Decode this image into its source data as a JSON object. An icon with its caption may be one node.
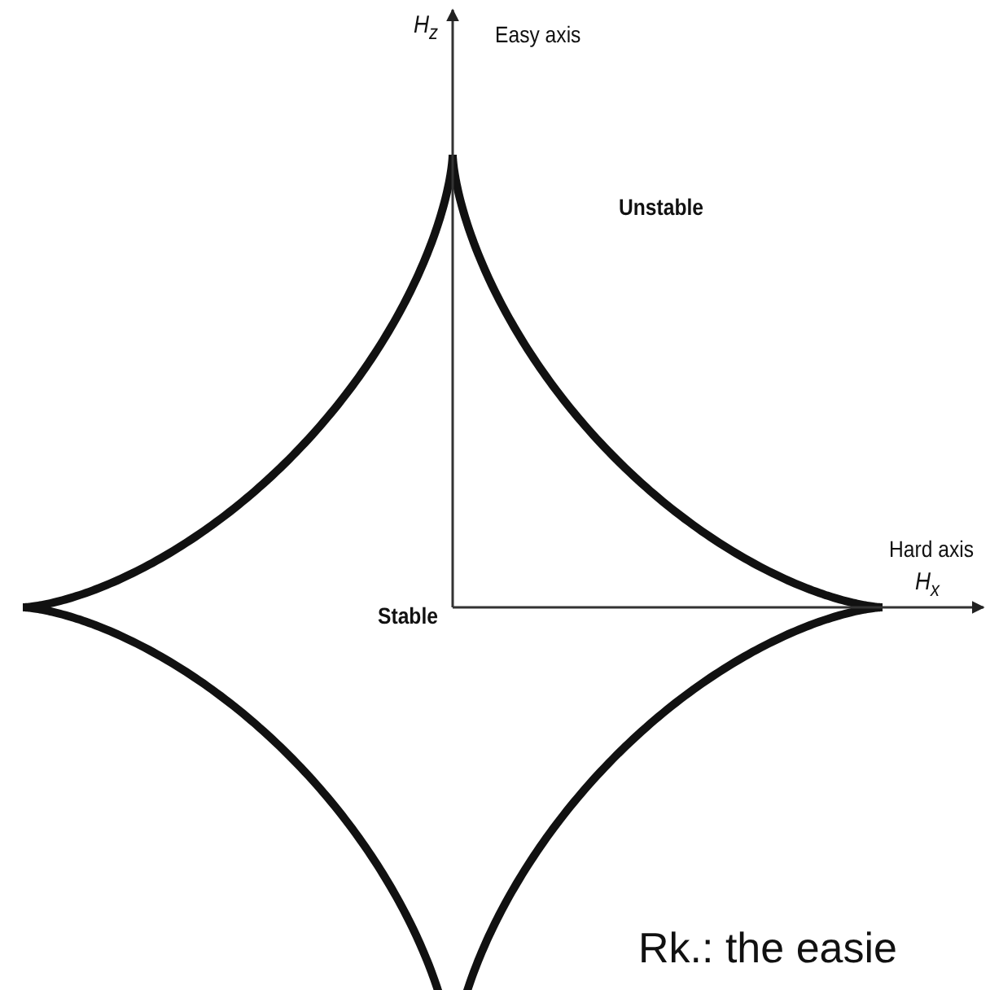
{
  "diagram": {
    "labels": [
      "H$_{z}$",
      "Easy axis",
      "Unstable",
      "Hard axis",
      "H$_{x}$",
      "Stable",
      "Rk.: the easie"
    ]
  }
}
